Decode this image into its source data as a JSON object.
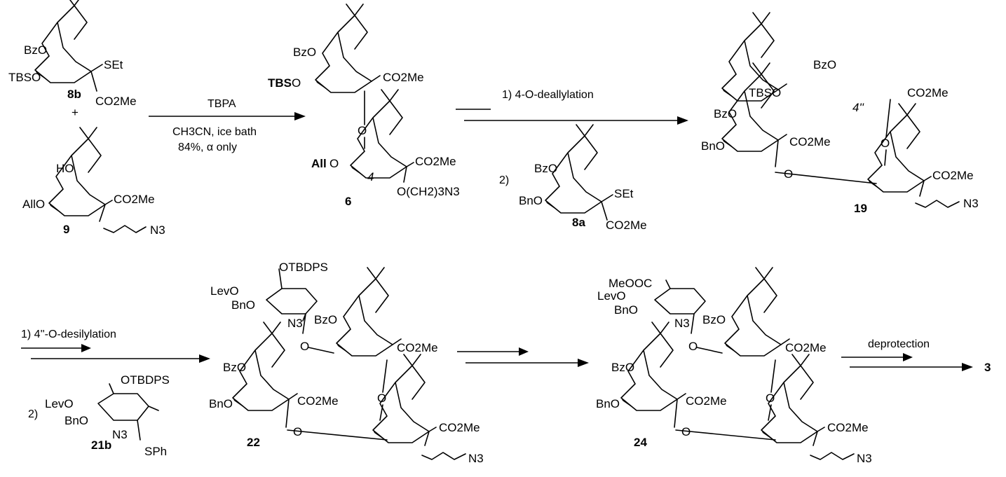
{
  "colors": {
    "tbs_highlight": "#e0201b",
    "allyl_highlight": "#1c3fbf",
    "ink": "#000000"
  },
  "compounds": {
    "c8b": {
      "id": "8b",
      "groups": [
        "BzO",
        "TBSO",
        "SEt",
        "CO2Me"
      ]
    },
    "c9": {
      "id": "9",
      "groups": [
        "HO",
        "AllO",
        "CO2Me",
        "N3"
      ]
    },
    "c6": {
      "id": "6",
      "groups": [
        "BzO",
        "TBS",
        "O",
        "CO2Me",
        "All",
        "O",
        "CO2Me",
        "O(CH2)3N3"
      ],
      "position_label": "4"
    },
    "c8a": {
      "id": "8a",
      "groups": [
        "BzO",
        "BnO",
        "SEt",
        "CO2Me"
      ]
    },
    "c19": {
      "id": "19",
      "groups": [
        "BzO",
        "TBSO",
        "CO2Me",
        "BzO",
        "BnO",
        "CO2Me",
        "CO2Me",
        "N3"
      ],
      "position_label": "4''"
    },
    "c21b": {
      "id": "21b",
      "groups": [
        "OTBDPS",
        "LevO",
        "BnO",
        "N3",
        "SPh"
      ]
    },
    "c22": {
      "id": "22",
      "groups": [
        "OTBDPS",
        "LevO",
        "BnO",
        "N3",
        "BzO",
        "CO2Me",
        "BzO",
        "BnO",
        "CO2Me",
        "CO2Me",
        "N3"
      ]
    },
    "c24": {
      "id": "24",
      "groups": [
        "MeOOC",
        "LevO",
        "BnO",
        "N3",
        "BzO",
        "CO2Me",
        "BzO",
        "BnO",
        "CO2Me",
        "CO2Me",
        "N3"
      ]
    },
    "c3": {
      "id": "3"
    }
  },
  "plus": "+",
  "steps": {
    "s1": {
      "reagent": "TBPA",
      "conditions": "CH3CN, ice bath",
      "yield": "84%, α only"
    },
    "s2": {
      "step1": "1) 4-O-deallylation",
      "step2": "2)"
    },
    "s3": {
      "step1": "1) 4''-O-desilylation",
      "step2": "2)"
    },
    "s5": {
      "label": "deprotection"
    }
  }
}
